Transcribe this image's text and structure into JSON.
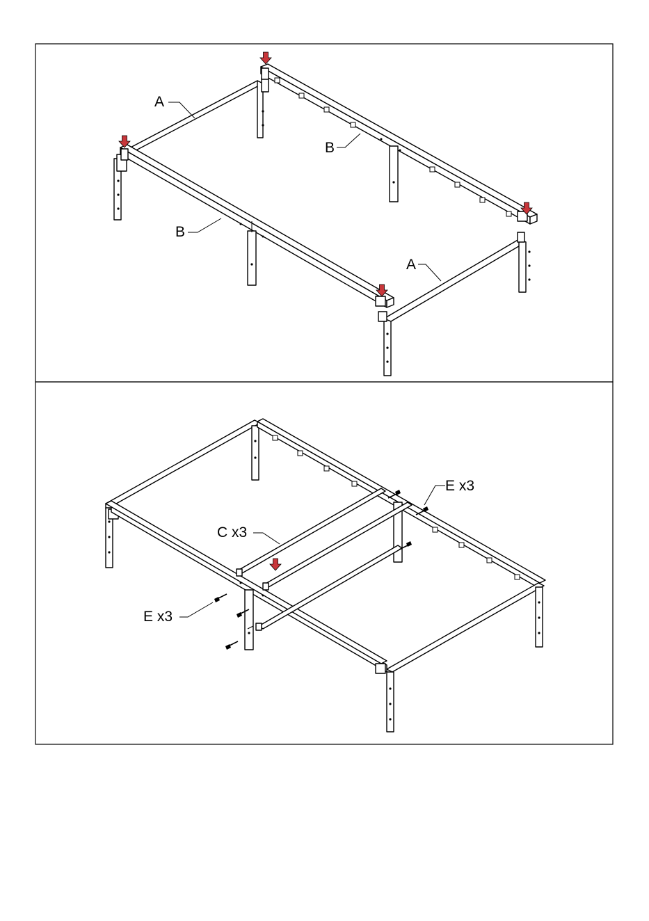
{
  "colors": {
    "line": "#000000",
    "arrow": "#c8363a",
    "background": "#ffffff"
  },
  "step1": {
    "labels": {
      "a_top": "A",
      "a_bottom": "A",
      "b_top": "B",
      "b_front": "B"
    },
    "arrows": [
      "arrow-down-icon",
      "arrow-down-icon",
      "arrow-down-icon",
      "arrow-down-icon"
    ]
  },
  "step2": {
    "labels": {
      "c": "C x3",
      "e_top": "E x3",
      "e_left": "E x3"
    },
    "arrows": [
      "arrow-down-icon"
    ]
  }
}
